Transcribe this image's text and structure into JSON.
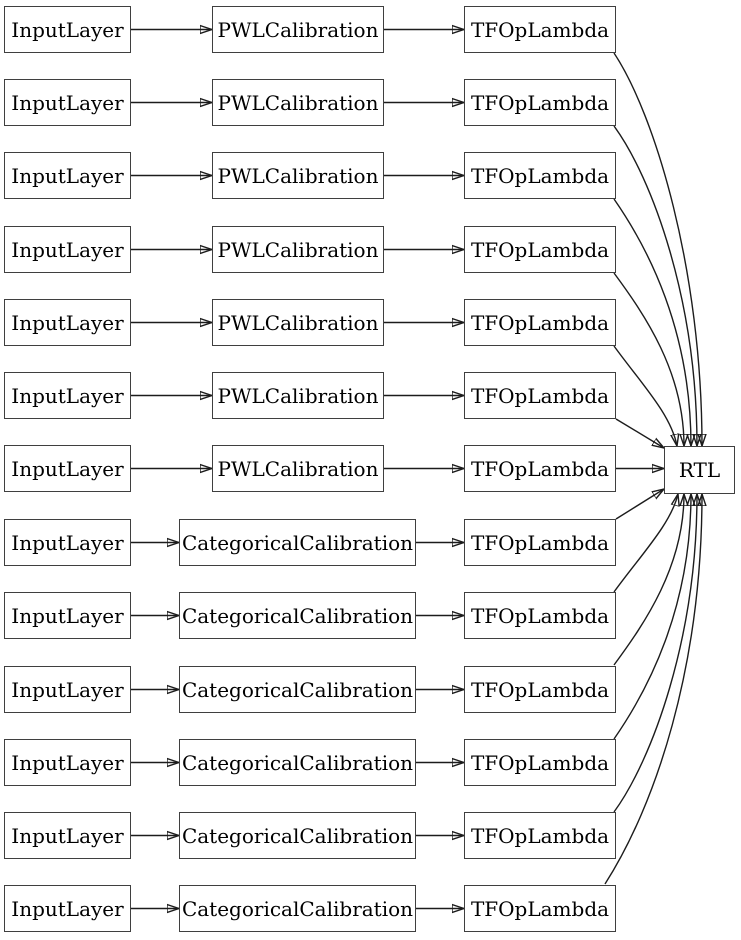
{
  "diagram": {
    "type": "model-graph",
    "colors": {
      "background": "#ffffff",
      "box_border": "#3f3f3f",
      "edge": "#1c1c1c",
      "arrowhead": "#111111",
      "text": "#000000"
    },
    "output_node": {
      "label": "RTL"
    },
    "rows": [
      {
        "input": "InputLayer",
        "calibration": "PWLCalibration",
        "lambda": "TFOpLambda"
      },
      {
        "input": "InputLayer",
        "calibration": "PWLCalibration",
        "lambda": "TFOpLambda"
      },
      {
        "input": "InputLayer",
        "calibration": "PWLCalibration",
        "lambda": "TFOpLambda"
      },
      {
        "input": "InputLayer",
        "calibration": "PWLCalibration",
        "lambda": "TFOpLambda"
      },
      {
        "input": "InputLayer",
        "calibration": "PWLCalibration",
        "lambda": "TFOpLambda"
      },
      {
        "input": "InputLayer",
        "calibration": "PWLCalibration",
        "lambda": "TFOpLambda"
      },
      {
        "input": "InputLayer",
        "calibration": "PWLCalibration",
        "lambda": "TFOpLambda"
      },
      {
        "input": "InputLayer",
        "calibration": "CategoricalCalibration",
        "lambda": "TFOpLambda"
      },
      {
        "input": "InputLayer",
        "calibration": "CategoricalCalibration",
        "lambda": "TFOpLambda"
      },
      {
        "input": "InputLayer",
        "calibration": "CategoricalCalibration",
        "lambda": "TFOpLambda"
      },
      {
        "input": "InputLayer",
        "calibration": "CategoricalCalibration",
        "lambda": "TFOpLambda"
      },
      {
        "input": "InputLayer",
        "calibration": "CategoricalCalibration",
        "lambda": "TFOpLambda"
      },
      {
        "input": "InputLayer",
        "calibration": "CategoricalCalibration",
        "lambda": "TFOpLambda"
      }
    ]
  }
}
